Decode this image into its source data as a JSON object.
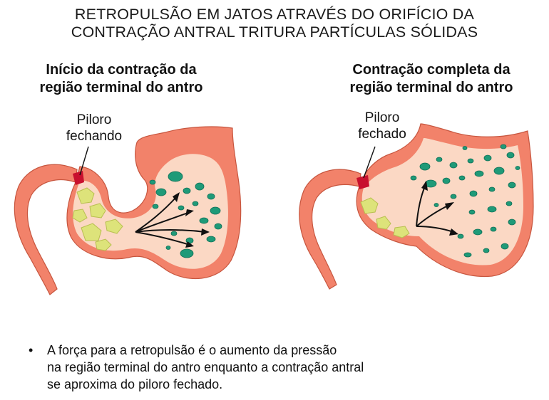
{
  "title": {
    "line1": "RETROPULSÃO EM JATOS ATRAVÉS DO ORIFÍCIO DA",
    "line2": "CONTRAÇÃO ANTRAL TRITURA PARTÍCULAS SÓLIDAS"
  },
  "left_panel": {
    "title_line1": "Início da contração da",
    "title_line2": "região terminal do antro",
    "label_line1": "Piloro",
    "label_line2": "fechando"
  },
  "right_panel": {
    "title_line1": "Contração completa da",
    "title_line2": "região terminal do antro",
    "label_line1": "Piloro",
    "label_line2": "fechado"
  },
  "note": {
    "bullet": "•",
    "line1": "A força para a retropulsão é o aumento da pressão",
    "line2": "na região terminal do antro enquanto a contração antral",
    "line3": "se aproxima do piloro fechado."
  },
  "colors": {
    "wall": "#f2826a",
    "lumen": "#fbd8c4",
    "solid_particle": "#dde37a",
    "fine_particle": "#1f9a78",
    "pylorus_mark": "#c8102e"
  }
}
